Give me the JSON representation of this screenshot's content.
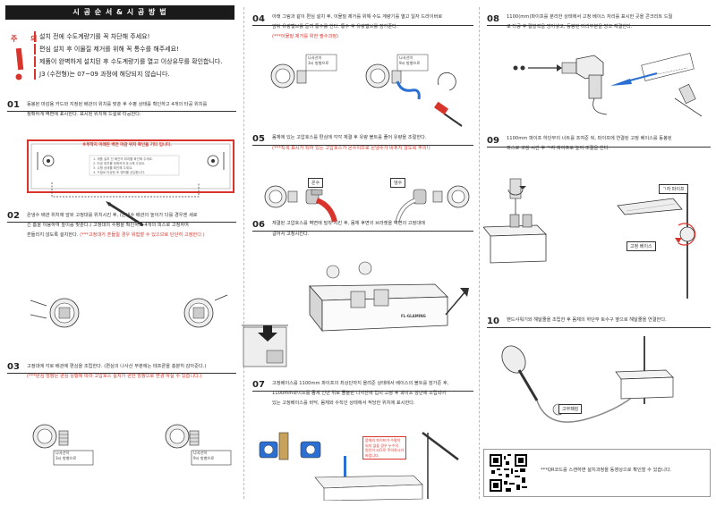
{
  "header": {
    "title": "시 공 순 서 & 시 공 방 법"
  },
  "caution": {
    "label": "주 의",
    "items": [
      "설치 전에 수도계량기를 꼭 차단해 주세요!",
      "편심 설치 후 이물질 제거를 위해 꼭 통수를 해주세요!",
      "제품이 완벽하게 설치된 후 수도계량기를 열고 이상유무를 확인합니다.",
      "J3 (수전형)는 07~09 과정에 해당되지 않습니다."
    ]
  },
  "steps": {
    "s01": {
      "num": "01",
      "text1": "동봉된 마감용 카드와 지정된 배관의 위치를 맞춘 후 수평 상태를 확인하고 4개의 타공 위치를",
      "text2": "정확하게 벽면에 표시한다. 표시된 위치에 드릴로 타공한다.",
      "card_title": "※부착지 마례된 벽면 마감 위치 확인을 기타 입니다.",
      "card_lines": [
        "1. 제품 설치 전 배관의 위치를 확인해 주세요.",
        "2. 타공 위치를 정확하게 표시해 주세요.",
        "3. 수평 상태를 확인해 주세요.",
        "4. 드릴로 타공한 후 앵커를 삽입합니다."
      ]
    },
    "s02": {
      "num": "02",
      "text1": "온냉수 배관 위치에 앞뒤 고정대를 위치시킨 후, (온냉수 배관의 높이가 다를 경우엔 세로",
      "text2": "긴 홈을 이용하여 높이를 맞춘다.) 고정대의 수평을 확인하고 4개의 피스로 고정하여",
      "text3": "흔들리지 않도록 설치한다. ",
      "text3_red": "(***고정대가 흔들릴 경우 위험할 수 있으므로 단단히 고정한다.)"
    },
    "s03": {
      "num": "03",
      "text1": "고정대에 각로 배관에 편심을 조립한다. (편심의 나사산 부분에는 테프론을 충분히 감아준다.)",
      "text2_red": "(***편심 방향은 편심 상황에 따라 고압호스 설치가 편한 방향으로 변경 하실 수 있습니다.)",
      "label_left": "나사선이\n3시 방향으로",
      "label_right": "나사선이\n9시 방향으로"
    },
    "s04": {
      "num": "04",
      "text1": "아래 그림과 같이 편심 설치 후, 이물질 제거를 위해 수도 계량기를 열고 일자 드라이버로",
      "text2": "앞뒤 유량밸브를 돌려 통수를 한다. 통수 후 유량밸브를 잠가준다.",
      "text3_red": "(***이물질 제거를 위한 필수과정)",
      "label_left": "나사선이\n3시 방향으로",
      "label_right": "나사선이\n9시 방향으로"
    },
    "s05": {
      "num": "05",
      "text1": "몸체에 있는 고압호스를 편심에 각각 체결 후 유량 볼트를 풀어 유량을 조절한다.",
      "text2_red": "(***직색 표시가 되어 있는 고압호스가 온수이므로 온냉수가 바뀌지 않도록 주의!)",
      "tag_hot": "온수",
      "tag_cold": "냉수"
    },
    "s06": {
      "num": "06",
      "text1": "체결된 고압호스를 벽면에 밀착 시킨 후, 몸체 후면의 브라켓을 벽면의 고정대에",
      "text2": "걸어서 고정시킨다.",
      "brand": "FL·GLAMING"
    },
    "s07": {
      "num": "07",
      "text1": "고정베이스를 1100mm 파이프의 최상단까지 올려준 상태에서 베이스의 볼트를 잠가준 후,",
      "text2": "1100mm파이프를 몸체 선반 위로 돌출된 나사산에 입시 고정 후 파이프 상단에 조립되어",
      "text3": "있는 고정베이스를 바닥, 몸체와 수직인 상태에서 적당한 위치에 표시한다.",
      "callout": "몸체의 파이프가 수평이\n되지 않을 경우 누수의\n원인이 되므로 주의하시기\n바랍니다."
    },
    "s08": {
      "num": "08",
      "text1": "1100(mm)파이프를 분리한 상태에서 고정 베이스 자리를 표시한 곳을 콘크리트 드릴",
      "text2": "로 타공 후 칼블럭을 망어넣고, 동봉된 머리부분을 망고 체결한다."
    },
    "s09": {
      "num": "09",
      "text1": "1100mm 파이프 하단부의 너트를 조여준 뒤, 파이프에 연결된 고정 베이스를 동봉된",
      "text2": "피스로 고정 시킨 후 ㄱ자 파이프로 높이 조절을 한다.",
      "label_pipe": "ㄱ자 파이프",
      "label_base": "고정 베이스"
    },
    "s10": {
      "num": "10",
      "text1": "핸드샤워기와 해달줄을 조립한 후 몸체의 하단부 토수구 옆으로 해달줄을 연결한다.",
      "label_holder": "고무패킹"
    }
  },
  "qr": {
    "text": "***QR코드를 스캔하면 설치과정을 동영상으로 확인할 수 있습니다."
  },
  "colors": {
    "accent": "#d9342b",
    "dark": "#1a1a1a"
  }
}
